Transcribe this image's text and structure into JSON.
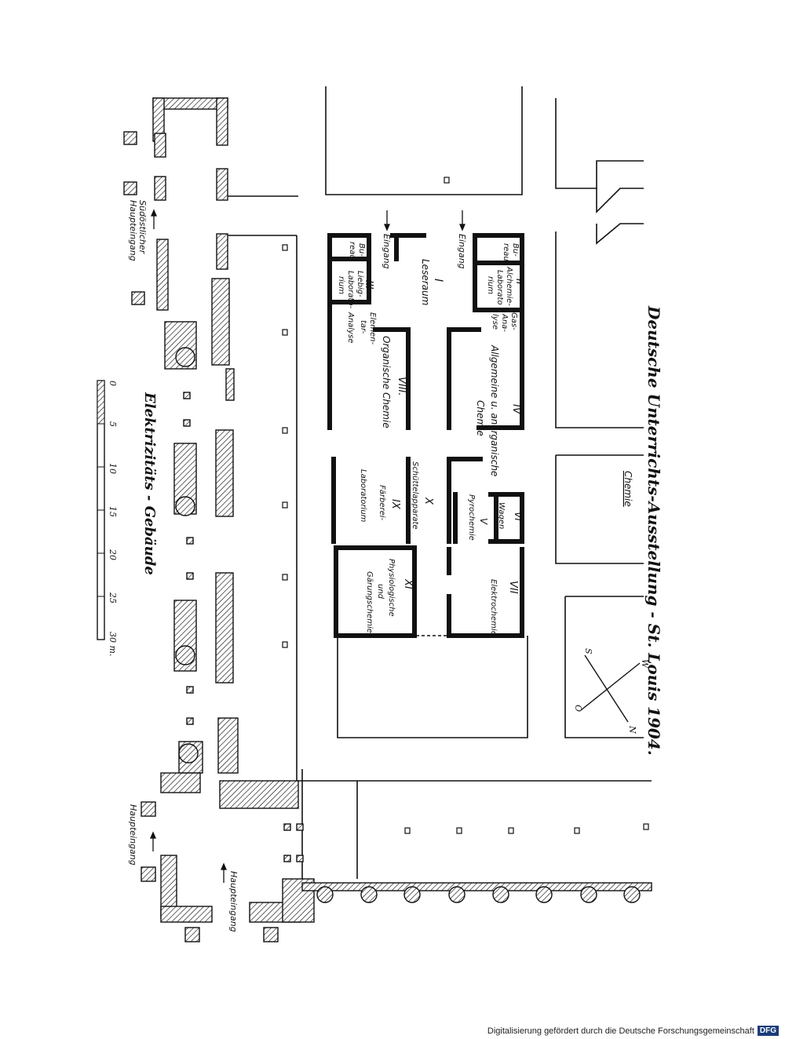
{
  "plan": {
    "title": "Deutsche Unterrichts-Ausstellung - St. Louis 1904.",
    "subtitle": "Chemie",
    "building_label": "Elektrizitäts - Gebäude",
    "entrances": {
      "eingang_top": "Eingang",
      "eingang_left": "Eingang",
      "suedoestlicher": "Südöstlicher",
      "haupteingang_left": "Haupteingang",
      "haupteingang_bottom": "Haupteingang",
      "haupteingang_bottom2": "Haupteingang"
    },
    "rooms": {
      "r1_num": "I",
      "r1_name": "Leseraum",
      "r2_num": "II",
      "r2_name": "Alchemie-Laborato-rium",
      "r2_l1": "Alchemie-",
      "r2_l2": "Laborato",
      "r2_l3": "rium",
      "bureau1_l1": "Bu-",
      "bureau1_l2": "reau",
      "bureau2_l1": "Bu-",
      "bureau2_l2": "reau",
      "r3_num": "III",
      "r3_l1": "Liebig-",
      "r3_l2": "Laborato-",
      "r3_l3": "rium",
      "gas_l1": "Gas-",
      "gas_l2": "Ana-",
      "gas_l3": "lyse",
      "elem_l1": "Elemen-",
      "elem_l2": "tar-",
      "elem_l3": "Analyse",
      "r4_num": "IV",
      "r4_l1": "Allgemeine u. anorganische",
      "r4_l2": "Chemie",
      "r8_num": "VIII.",
      "r8_name": "Organische Chemie",
      "r10_num": "X",
      "r10_name": "Schüttelapparate",
      "r6_num": "VI",
      "r6_name": "Wagen",
      "r5_num": "V",
      "r5_name": "Pyrochemie",
      "r9_num": "IX",
      "r9_l1": "Färberei-",
      "r9_l2": "Laboratorium",
      "r7_num": "VII",
      "r7_name": "Elektrochemie",
      "r11_num": "XI",
      "r11_l1": "Physiologische",
      "r11_l2": "und",
      "r11_l3": "Gärungschemie"
    },
    "scale": {
      "ticks": [
        "0",
        "5",
        "10",
        "15",
        "20",
        "25",
        "30 m."
      ]
    },
    "compass": {
      "n": "N",
      "s": "S",
      "w": "W",
      "o": "O"
    }
  },
  "footer": {
    "text": "Digitalisierung gefördert durch die Deutsche Forschungsgemeinschaft",
    "logo": "DFG"
  }
}
